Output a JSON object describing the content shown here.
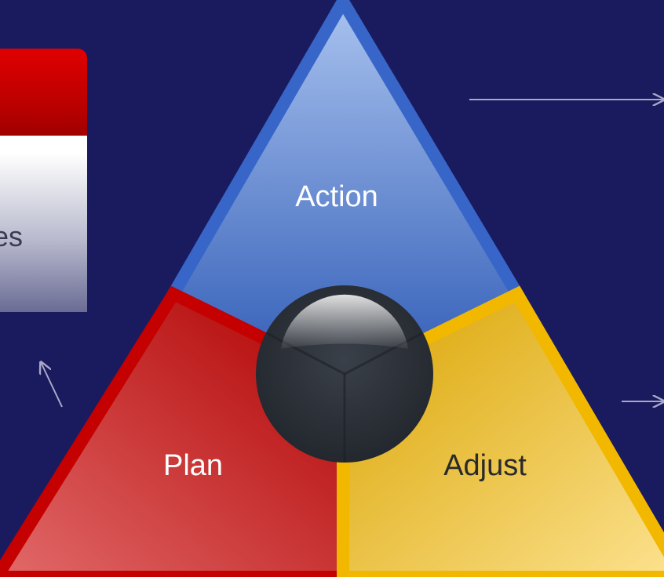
{
  "diagram": {
    "segments": [
      {
        "id": "action",
        "label": "Action",
        "color": "#3f6ec4"
      },
      {
        "id": "plan",
        "label": "Plan",
        "color": "#cc0000"
      },
      {
        "id": "adjust",
        "label": "Adjust",
        "color": "#f2b400"
      }
    ]
  },
  "left_card": {
    "text": "es",
    "header_color": "#cc0000"
  },
  "background_color": "#1a1a5e"
}
